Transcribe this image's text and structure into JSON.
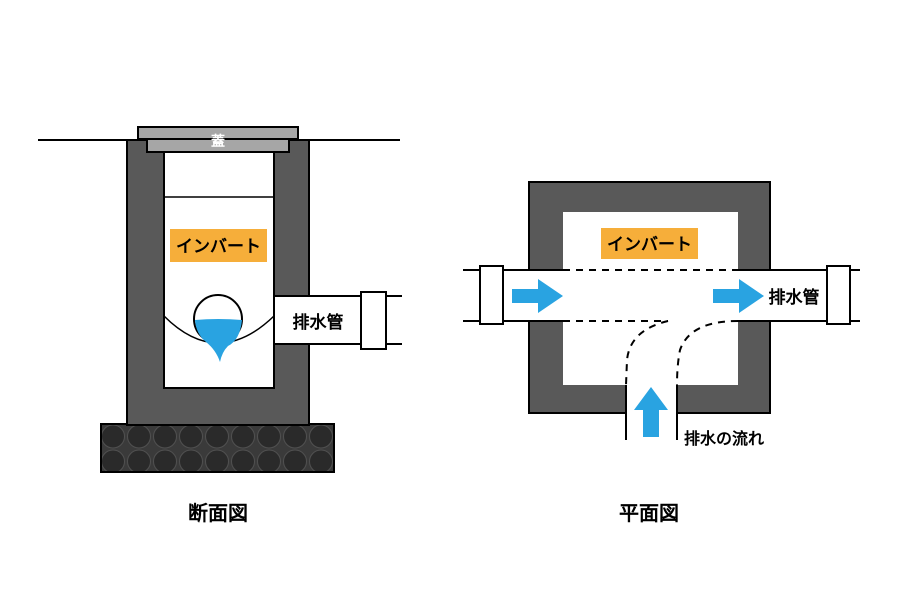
{
  "section": {
    "lid_label": "蓋",
    "invert_label": "インバート",
    "pipe_label": "排水管",
    "caption": "断面図"
  },
  "plan": {
    "invert_label": "インバート",
    "pipe_label": "排水管",
    "flow_label": "排水の流れ",
    "caption": "平面図"
  },
  "colors": {
    "wall": "#595959",
    "invert_badge": "#f6ae3a",
    "water": "#29a3e1",
    "gravel": "#2e2e2e",
    "lid": "#a6a6a6"
  }
}
